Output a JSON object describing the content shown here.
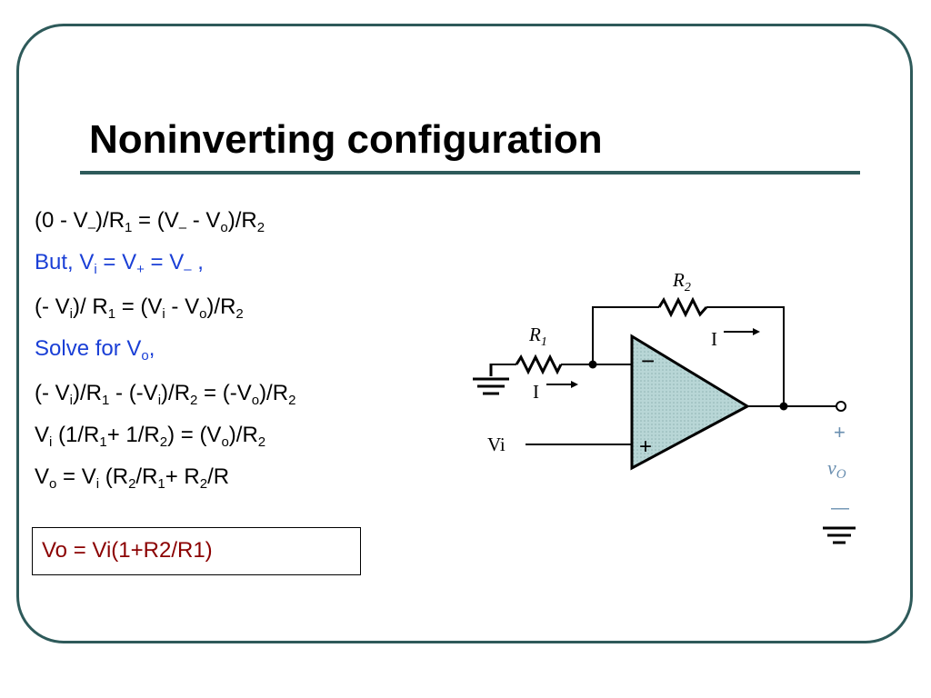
{
  "slide": {
    "title": "Noninverting configuration",
    "lines": [
      {
        "parts": [
          "(0 - V",
          "–",
          ")/R",
          "1",
          " = (V",
          "–",
          " - V",
          "o",
          ")/R",
          "2"
        ]
      },
      {
        "parts": [
          "But, V",
          "i",
          " = V",
          "+",
          " = V",
          "–",
          " ,"
        ]
      },
      {
        "parts": [
          "(- V",
          "i",
          ")/ R",
          "1",
          " = (V",
          "i",
          " - V",
          "o",
          ")/R",
          "2"
        ]
      },
      {
        "parts": [
          "Solve for V",
          "o",
          ","
        ]
      },
      {
        "parts": [
          "(- V",
          "i",
          ")/R",
          "1",
          " - (-V",
          "i",
          ")/R",
          "2",
          " = (-V",
          "o",
          ")/R",
          "2"
        ]
      },
      {
        "parts": [
          "V",
          "i",
          " (1/R",
          "1",
          "+ 1/R",
          "2",
          ") = (V",
          "o",
          ")/R",
          "2"
        ]
      },
      {
        "parts": [
          "V",
          "o",
          " = V",
          "i",
          " (R",
          "2",
          "/R",
          "1",
          "+ R",
          "2",
          "/R"
        ]
      }
    ],
    "result": "Vo = Vi(1+R2/R1)"
  },
  "circuit": {
    "r1_label": "R",
    "r1_sub": "1",
    "r2_label": "R",
    "r2_sub": "2",
    "current_label_top": "I",
    "current_label_bottom": "I",
    "input_label": "Vi",
    "minus_sign": "−",
    "plus_sign": "+",
    "out_plus": "+",
    "out_label": "v",
    "out_label_sub": "O",
    "out_minus": "—"
  },
  "colors": {
    "frame": "#2e5a5a",
    "blue_text": "#1a3fd6",
    "result_text": "#8b0000",
    "opamp_fill": "#a9cccc",
    "output_label": "#6a8fb0"
  }
}
